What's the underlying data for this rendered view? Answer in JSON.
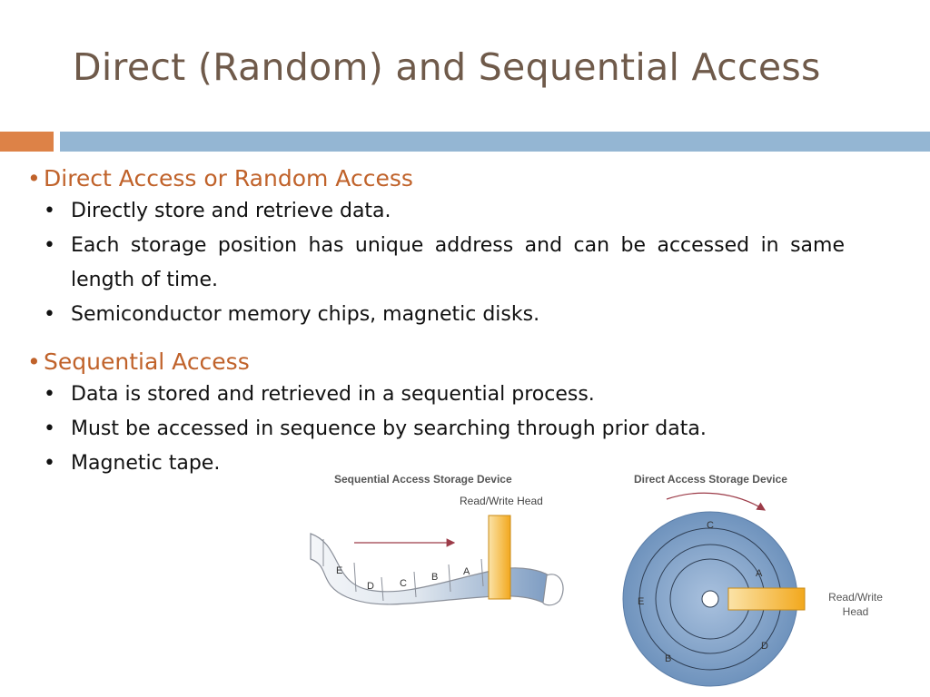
{
  "slide": {
    "title": "Direct (Random) and Sequential Access",
    "sections": [
      {
        "heading": "Direct Access or Random Access",
        "items": [
          "Directly store and retrieve data.",
          "Each storage position has unique address and can be accessed in same length of time.",
          "Semiconductor memory chips, magnetic disks."
        ]
      },
      {
        "heading": "Sequential Access",
        "items": [
          "Data is stored and retrieved in a sequential process.",
          "Must be accessed in sequence by searching through prior data.",
          "Magnetic tape."
        ]
      }
    ]
  },
  "figure": {
    "sequential": {
      "title": "Sequential Access Storage Device",
      "head_label": "Read/Write Head",
      "segments": [
        "E",
        "D",
        "C",
        "B",
        "A"
      ]
    },
    "direct": {
      "title": "Direct Access Storage Device",
      "head_label_line1": "Read/Write",
      "head_label_line2": "Head",
      "track_labels": [
        "C",
        "A",
        "E",
        "D",
        "B"
      ]
    }
  },
  "colors": {
    "title": "#6f5a4a",
    "heading": "#c0622a",
    "accent_orange": "#dd8247",
    "accent_blue": "#94b6d3",
    "head_fill": "#f6b53a",
    "disk_fill": "#7d9fc6"
  }
}
